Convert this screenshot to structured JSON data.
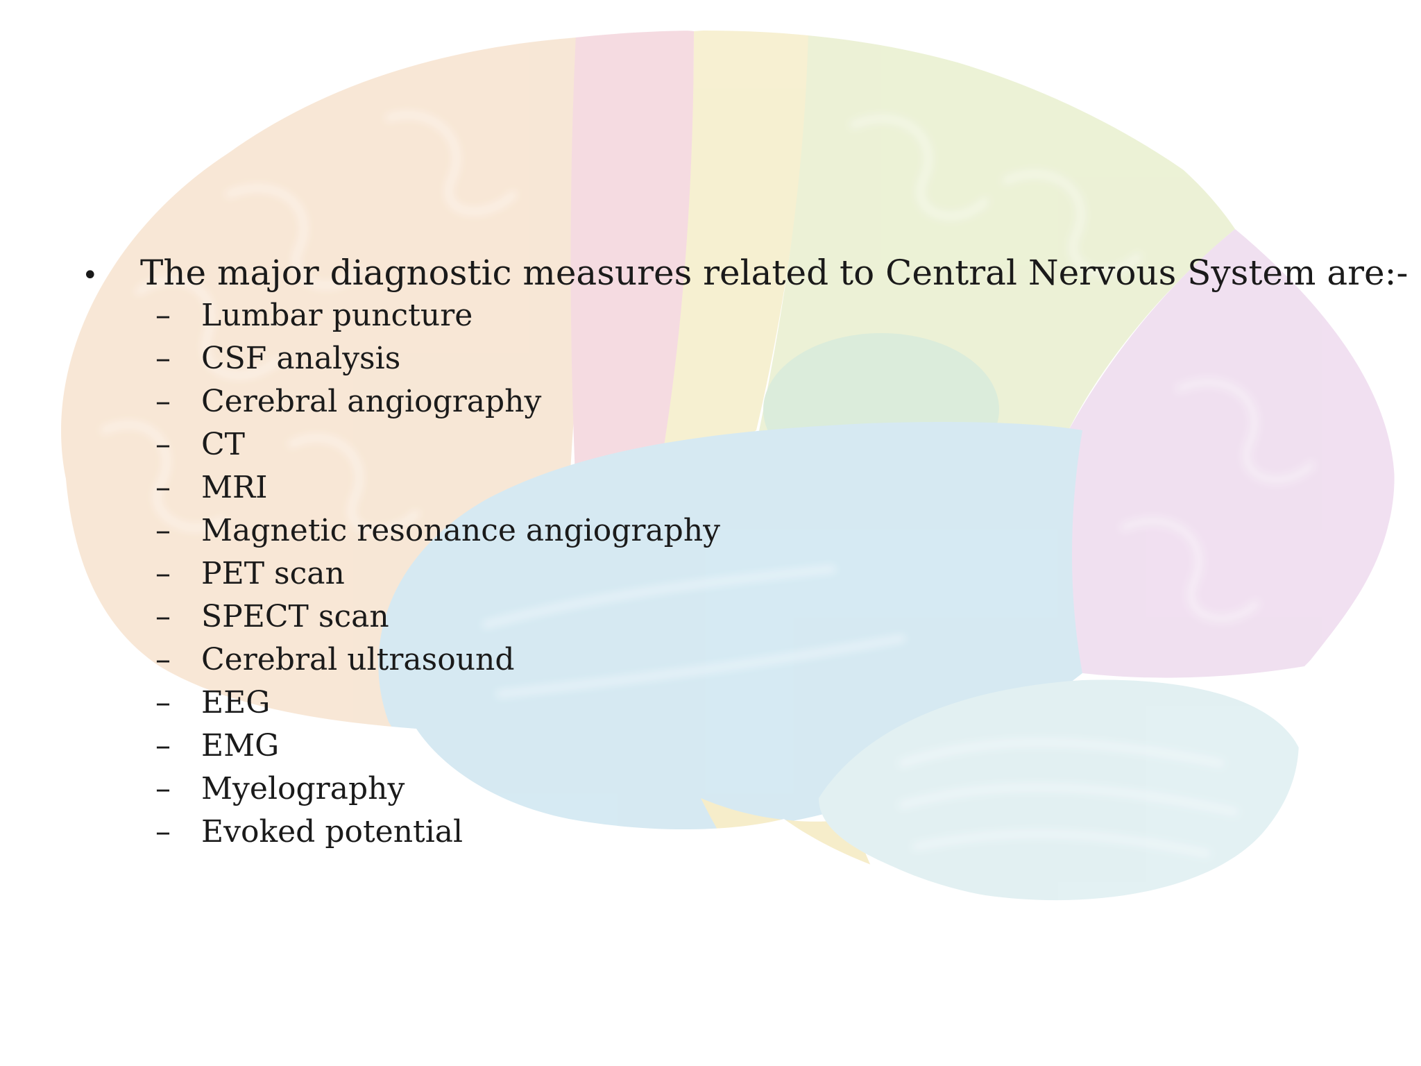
{
  "slide": {
    "bullet_glyph": "•",
    "dash_glyph": "–",
    "heading": "The major diagnostic measures related to Central Nervous System are:-",
    "items": [
      "Lumbar puncture",
      "CSF analysis",
      "Cerebral angiography",
      "CT",
      "MRI",
      "Magnetic resonance angiography",
      "PET scan",
      "SPECT scan",
      "Cerebral ultrasound",
      "EEG",
      "EMG",
      "Myelography",
      "Evoked potential"
    ]
  },
  "background": {
    "image": "brain-lateral-illustration",
    "colors": {
      "frontal": "#f6dfc8",
      "precentral": "#f2cfd8",
      "postcentral": "#f5ecc2",
      "parietal": "#e6edc9",
      "occipital": "#ecd6ec",
      "temporal": "#c8e3ef",
      "insula": "#cfe6cf",
      "cerebellum": "#d9ecef",
      "brainstem": "#f4e7b9"
    }
  }
}
